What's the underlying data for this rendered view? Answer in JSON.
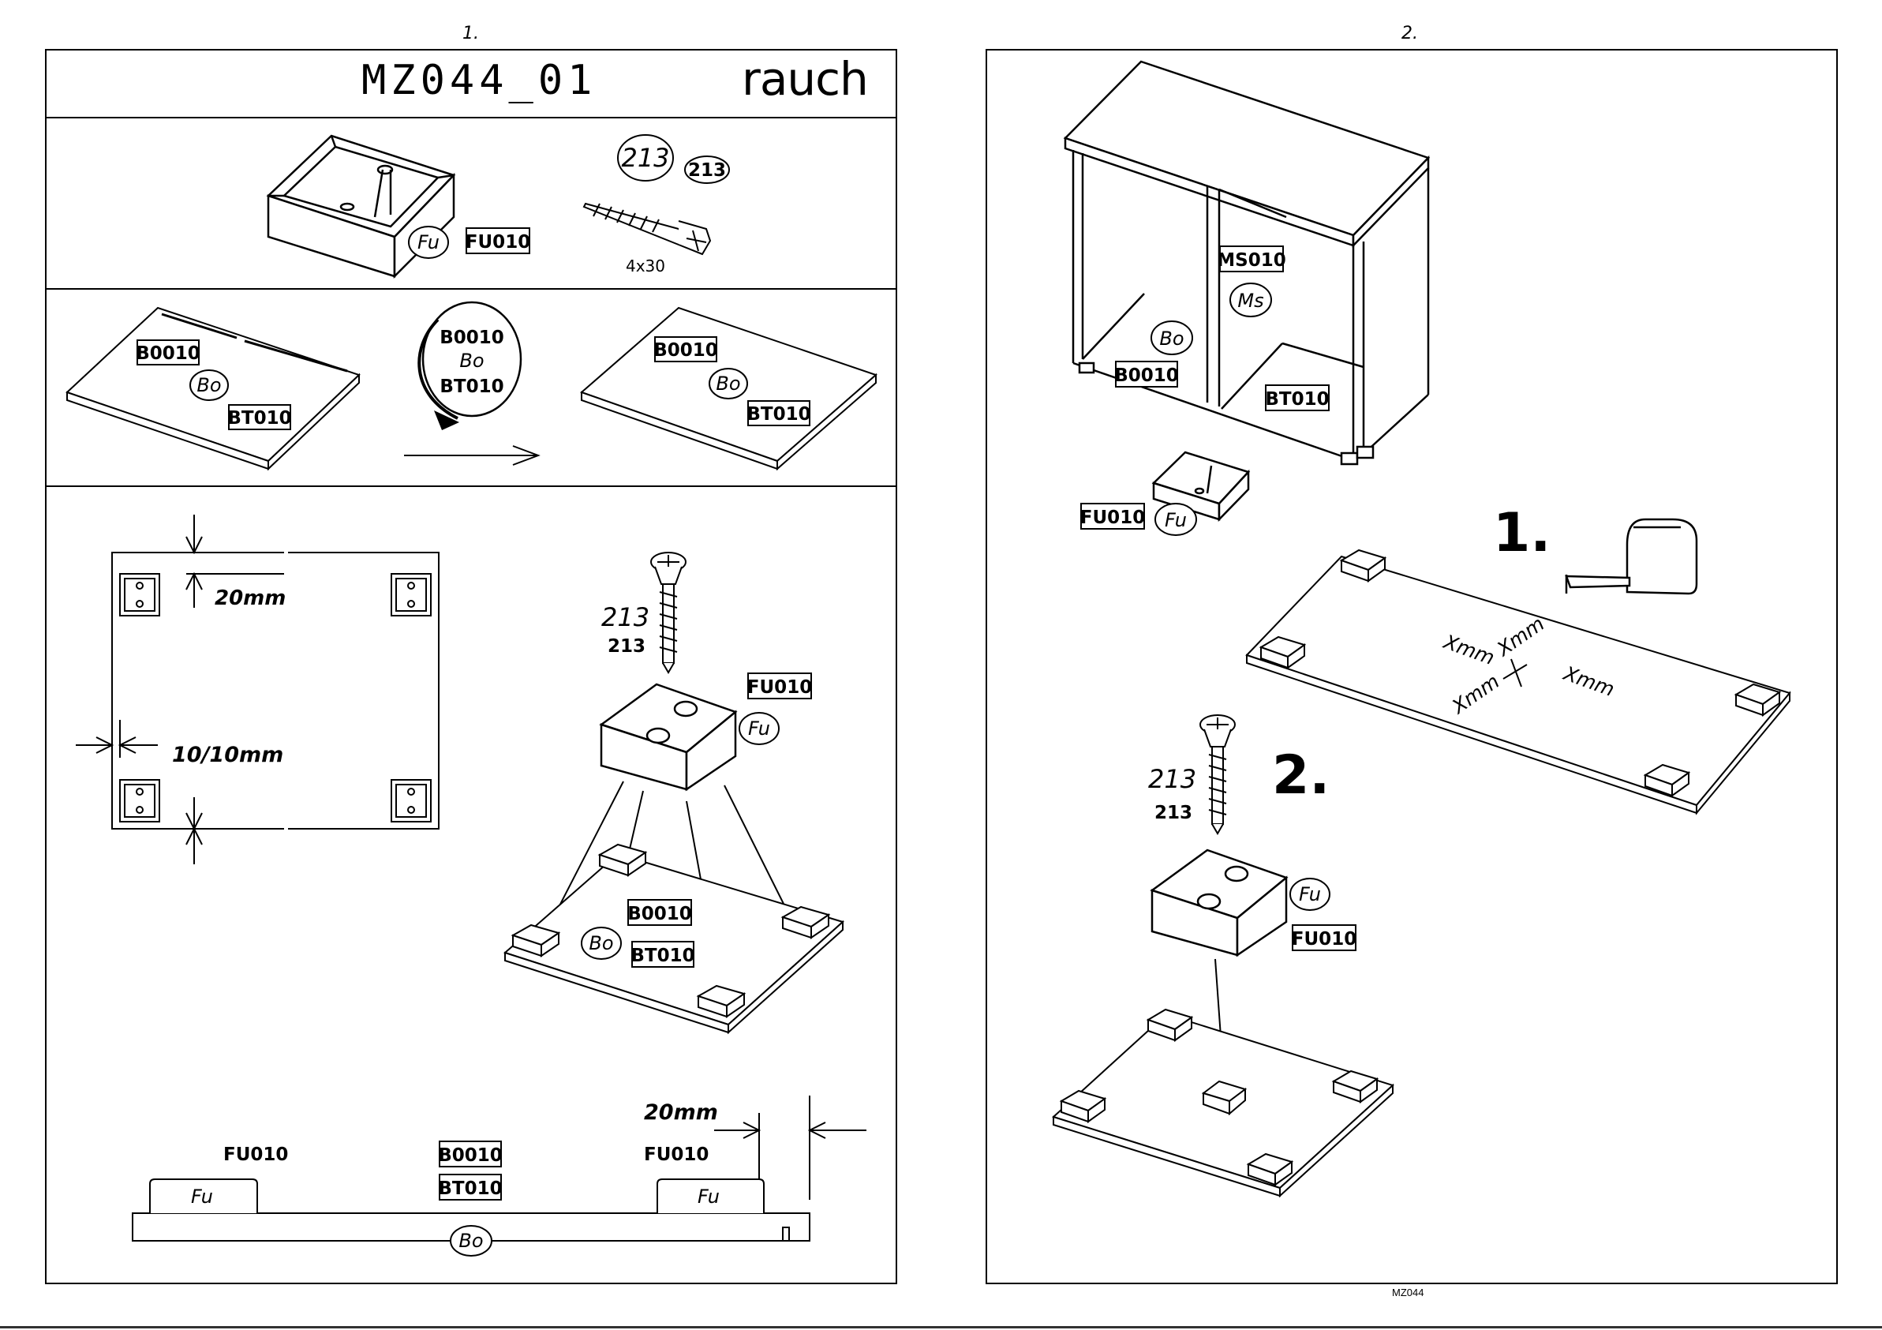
{
  "page1": {
    "page_number": "1.",
    "title": "MZ044_01",
    "brand": "rauch",
    "parts": {
      "fu_code": "FU010",
      "fu_symbol": "Fu",
      "screw_circle": "213",
      "screw_box": "213",
      "screw_size": "4x30"
    },
    "flip": {
      "board_code": "B0010",
      "board_symbol": "Bo",
      "bottom_code": "BT010",
      "badge_line1": "B0010",
      "badge_line2": "Bo",
      "badge_line3": "BT010"
    },
    "dimensions": {
      "top_offset": "20mm",
      "side_offset": "10/10mm",
      "edge_offset": "20mm"
    },
    "detail": {
      "screw_italic": "213",
      "screw_bold": "213",
      "fu_code": "FU010",
      "fu_symbol": "Fu",
      "board_code": "B0010",
      "bottom_code": "BT010",
      "board_symbol": "Bo"
    },
    "side_view": {
      "left_code": "FU010",
      "right_code": "FU010",
      "board_code": "B0010",
      "bottom_code": "BT010",
      "board_symbol": "Bo",
      "fu_symbol": "Fu"
    }
  },
  "page2": {
    "page_number": "2.",
    "cabinet": {
      "ms_code": "MS010",
      "ms_symbol": "Ms",
      "bo_symbol": "Bo",
      "board_code": "B0010",
      "bottom_code": "BT010"
    },
    "foot": {
      "code": "FU010",
      "symbol": "Fu"
    },
    "step1": {
      "number": "1.",
      "measure": "Xmm"
    },
    "step2": {
      "number": "2.",
      "screw_italic": "213",
      "screw_bold": "213",
      "fu_symbol": "Fu",
      "fu_code": "FU010"
    },
    "footer": "MZ044"
  }
}
